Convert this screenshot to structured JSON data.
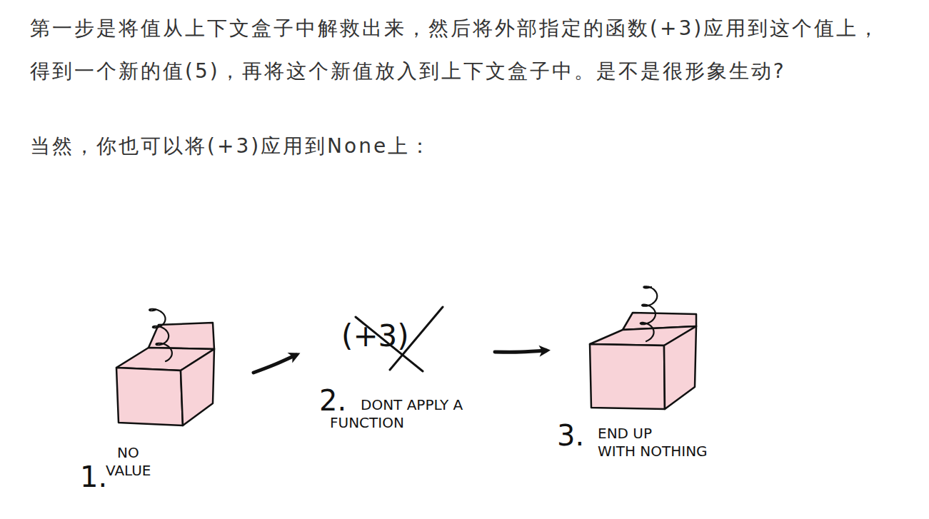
{
  "diagram": {
    "nodes": [
      {
        "text": [
          "1.",
          "NO VALUE"
        ]
      },
      {
        "text": [
          "(+3)",
          "2.",
          "DONT APPLY A FUNCTION"
        ]
      },
      {
        "text": [
          "3.",
          "END UP WITH NOTHING"
        ]
      }
    ],
    "edges": [
      {
        "from": 0,
        "to": 1,
        "arrow": "to"
      },
      {
        "from": 1,
        "to": 2,
        "arrow": "to"
      }
    ],
    "labels": [
      "第一步是将值从上下文盒子中解救出来，然后将外部指定的函数(+3)应用到这个值上，得到一个新的值(5)，再将这个新值放入到上下文盒子中。是不是很形象生动?",
      "当然，你也可以将(+3)应用到None上："
    ]
  }
}
